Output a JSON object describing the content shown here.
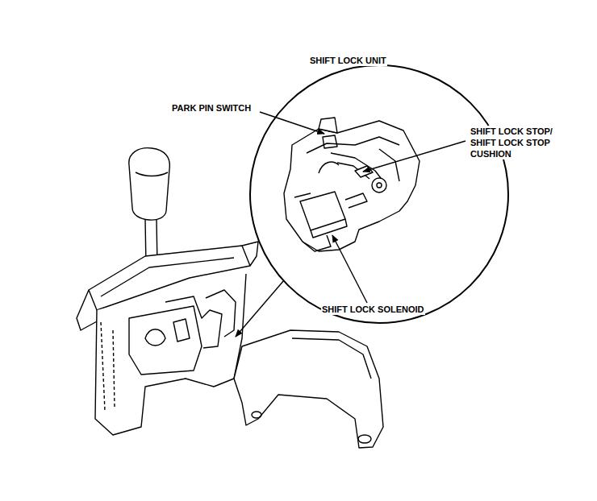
{
  "diagram": {
    "labels": [
      "SHIFT LOCK UNIT",
      "PARK PIN SWITCH",
      "SHIFT LOCK STOP/ SHIFT LOCK STOP CUSHION",
      "SHIFT LOCK SOLENOID"
    ]
  }
}
